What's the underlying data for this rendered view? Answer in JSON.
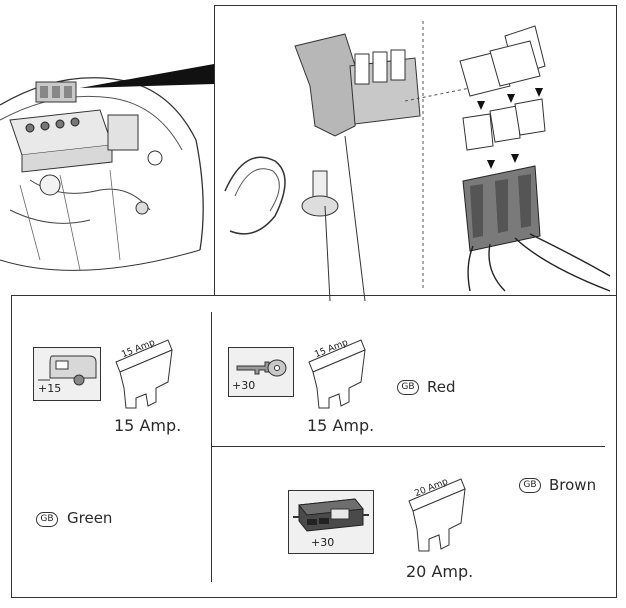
{
  "fuses": {
    "caravan": {
      "rating_label": "15 Amp",
      "caption": "15 Amp.",
      "circuit": "+15",
      "icon": "caravan-icon"
    },
    "ignition": {
      "rating_label": "15 Amp",
      "caption": "15 Amp.",
      "circuit": "+30",
      "icon": "key-icon",
      "country": "GB",
      "color": "Red"
    },
    "module": {
      "rating_label": "20 Amp",
      "caption": "20 Amp.",
      "circuit": "+30",
      "icon": "control-module-icon",
      "country": "GB",
      "color": "Brown"
    }
  },
  "left_panel": {
    "country": "GB",
    "color": "Green"
  },
  "colors": {
    "line": "#333333",
    "fuse_fill": "#ffffff",
    "shade": "#b5b5b5",
    "dark": "#6a6a6a"
  }
}
